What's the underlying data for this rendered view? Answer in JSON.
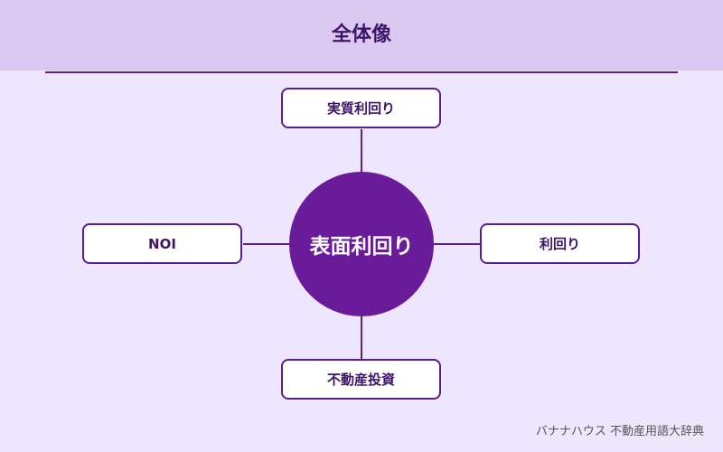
{
  "header": {
    "title": "全体像"
  },
  "diagram": {
    "center": "表面利回り",
    "top": "実質利回り",
    "left": "NOI",
    "right": "利回り",
    "bottom": "不動産投資"
  },
  "colors": {
    "background": "#ede6fd",
    "header_band": "#dac8f0",
    "accent": "#5a1f8a",
    "center_fill": "#6a1b9a",
    "node_fill": "#ffffff"
  },
  "footer": {
    "credit": "バナナハウス 不動産用語大辞典"
  }
}
